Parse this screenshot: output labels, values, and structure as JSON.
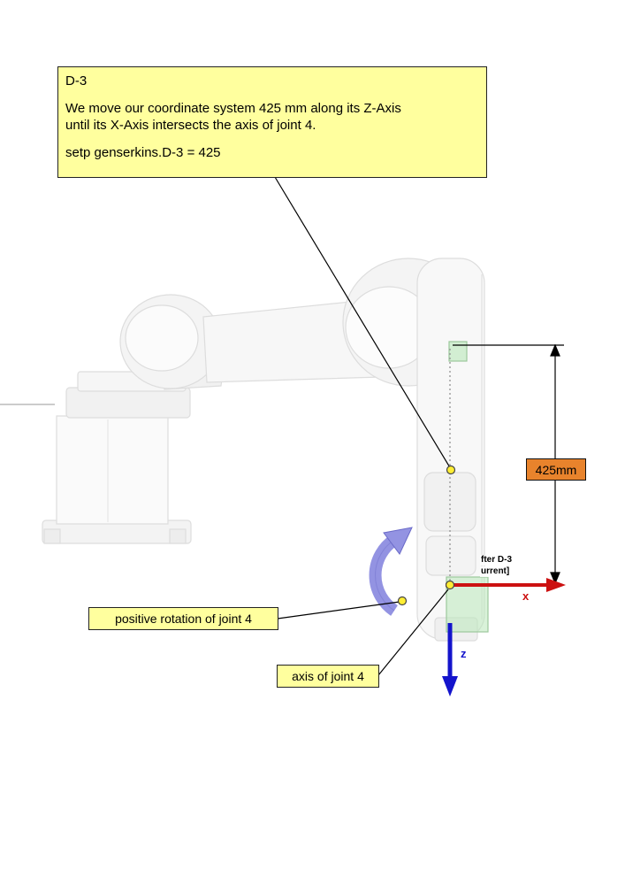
{
  "callout_d3": {
    "title": "D-3",
    "line1": "We move our coordinate system  425 mm along its Z-Axis",
    "line2": "until its X-Axis intersects the axis of joint 4.",
    "code": "setp genserkins.D-3 = 425"
  },
  "dimension": {
    "label": "425mm"
  },
  "callouts": {
    "positive_rotation": "positive rotation of joint 4",
    "axis_of_joint": "axis of joint 4"
  },
  "frame_labels": {
    "after": "fter D-3",
    "current": "urrent]"
  },
  "axes": {
    "x": "x",
    "z": "z"
  },
  "colors": {
    "callout_bg": "#ffff9e",
    "dimension_bg": "#e8832c",
    "x_axis": "#cc1111",
    "z_axis": "#1414cc",
    "rotation_arrow": "#9393e2",
    "marker_dot": "#ffee33",
    "highlight_green": "#b9e8b9"
  }
}
